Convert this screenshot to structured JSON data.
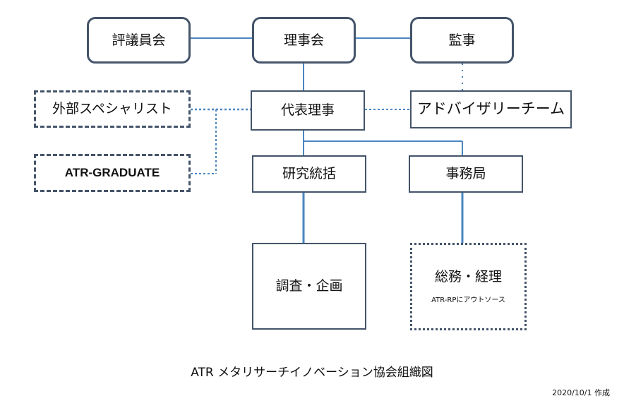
{
  "nodes": {
    "hyogiin": "評議員会",
    "rijikai": "理事会",
    "kanji": "監事",
    "daihyo": "代表理事",
    "gaibu": "外部スペシャリスト",
    "advisory": "アドバイザリーチーム",
    "graduate": "ATR-GRADUATE",
    "kenkyu": "研究統括",
    "jimukyoku": "事務局",
    "chosa": "調査・企画",
    "somu": "総務・経理",
    "somu_note": "ATR-RPにアウトソース"
  },
  "caption": "ATR メタリサーチイノベーション協会組織図",
  "date": "2020/10/1 作成",
  "colors": {
    "line": "#4a86bf",
    "border": "#44546a"
  }
}
